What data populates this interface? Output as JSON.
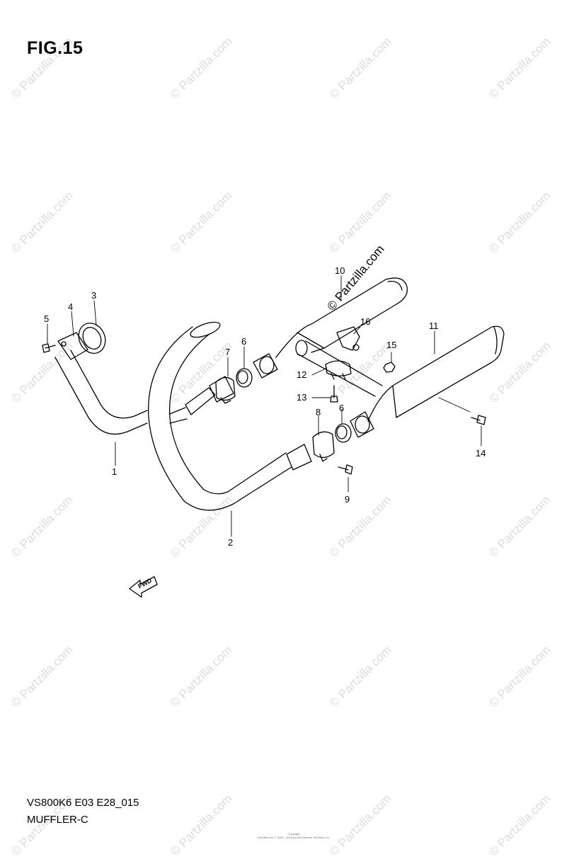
{
  "figure": {
    "title": "FIG.15"
  },
  "footer": {
    "model_code": "VS800K6 E03 E28_015",
    "section_name": "MUFFLER-C"
  },
  "copyright": {
    "line1": "Copyright",
    "line2": "Partzilla.com © 2005 - 2016 by ARI Network Services, Inc."
  },
  "watermark": {
    "text": "© Partzilla.com"
  },
  "diagonal_brand": {
    "text": "© Partzilla.com"
  },
  "direction_arrow": {
    "label": "FWD"
  },
  "callouts": [
    {
      "id": "c1",
      "number": "1"
    },
    {
      "id": "c2",
      "number": "2"
    },
    {
      "id": "c3",
      "number": "3"
    },
    {
      "id": "c4",
      "number": "4"
    },
    {
      "id": "c5",
      "number": "5"
    },
    {
      "id": "c6a",
      "number": "6"
    },
    {
      "id": "c6b",
      "number": "6"
    },
    {
      "id": "c7",
      "number": "7"
    },
    {
      "id": "c8",
      "number": "8"
    },
    {
      "id": "c9",
      "number": "9"
    },
    {
      "id": "c10",
      "number": "10"
    },
    {
      "id": "c11",
      "number": "11"
    },
    {
      "id": "c12",
      "number": "12"
    },
    {
      "id": "c13",
      "number": "13"
    },
    {
      "id": "c14",
      "number": "14"
    },
    {
      "id": "c15",
      "number": "15"
    },
    {
      "id": "c16",
      "number": "16"
    }
  ],
  "colors": {
    "line": "#000000",
    "watermark": "#dcdcdc",
    "background": "#ffffff"
  }
}
